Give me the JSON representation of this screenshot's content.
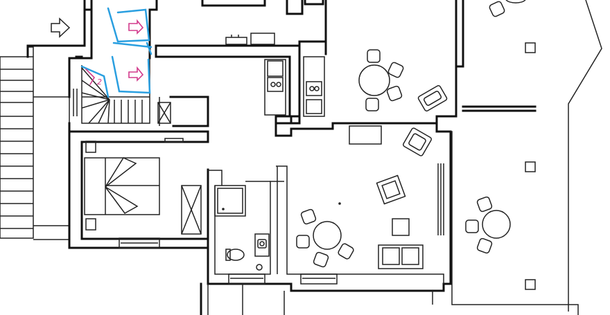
{
  "drawing": {
    "type": "floor-plan",
    "style": "hand-drawn sketch",
    "ink_color": "#111111",
    "annotation_colors": {
      "stair_arrows": "#2a9fe0",
      "stair_marks": "#d23a8c"
    },
    "stair_note": "2"
  },
  "rooms": [
    {
      "id": "kitchen",
      "icon": "stove-icon"
    },
    {
      "id": "dining-area",
      "icon": "table-icon"
    },
    {
      "id": "living-room",
      "icon": "sofa-icon"
    },
    {
      "id": "bedroom",
      "icon": "bed-icon"
    },
    {
      "id": "bathroom",
      "icon": "toilet-icon"
    },
    {
      "id": "stairwell",
      "icon": "stairs-icon"
    },
    {
      "id": "terrace",
      "icon": "terrace-icon"
    }
  ]
}
